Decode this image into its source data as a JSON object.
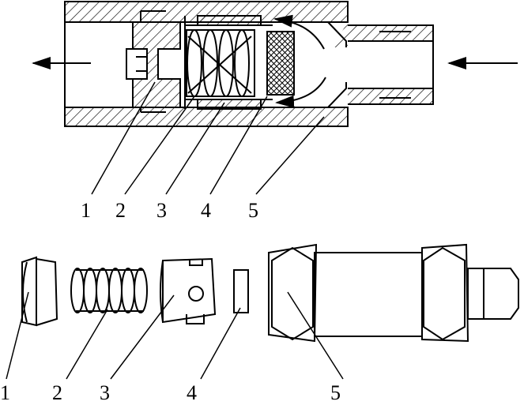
{
  "section_view": {
    "callouts": [
      "1",
      "2",
      "3",
      "4",
      "5"
    ]
  },
  "exploded_view": {
    "callouts": [
      "1",
      "2",
      "3",
      "4",
      "5"
    ]
  },
  "colors": {
    "line": "#000000",
    "background": "#ffffff"
  }
}
